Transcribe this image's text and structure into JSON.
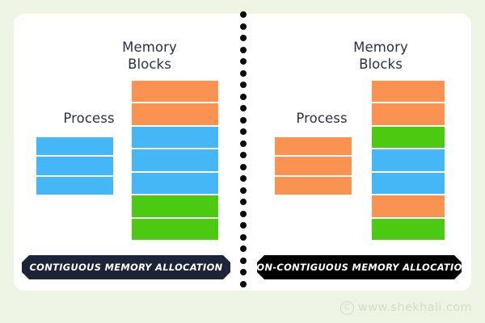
{
  "canvas": {
    "background_color": "#edf4e3",
    "card_color": "#ffffff"
  },
  "palette": {
    "orange": "#fa9351",
    "blue": "#45b7f7",
    "green": "#4cc911",
    "navy": "#1e2438",
    "black": "#000000",
    "heading_text": "#2b3044",
    "watermark_text": "#d2ddc2"
  },
  "divider": {
    "icon": "dotted-vertical-line",
    "dot_count": 24,
    "dot_color": "#0a0a0a"
  },
  "panels": [
    {
      "id": "contiguous",
      "process": {
        "title": "Process",
        "segments": [
          {
            "color": "#45b7f7"
          },
          {
            "color": "#45b7f7"
          },
          {
            "color": "#45b7f7"
          }
        ]
      },
      "memory": {
        "title": "Memory\nBlocks",
        "segments": [
          {
            "color": "#fa9351"
          },
          {
            "color": "#fa9351"
          },
          {
            "color": "#45b7f7"
          },
          {
            "color": "#45b7f7"
          },
          {
            "color": "#45b7f7"
          },
          {
            "color": "#4cc911"
          },
          {
            "color": "#4cc911"
          }
        ]
      },
      "badge": {
        "label": "CONTIGUOUS MEMORY ALLOCATION",
        "background": "#1e2438"
      }
    },
    {
      "id": "non-contiguous",
      "process": {
        "title": "Process",
        "segments": [
          {
            "color": "#fa9351"
          },
          {
            "color": "#fa9351"
          },
          {
            "color": "#fa9351"
          }
        ]
      },
      "memory": {
        "title": "Memory\nBlocks",
        "segments": [
          {
            "color": "#fa9351"
          },
          {
            "color": "#fa9351"
          },
          {
            "color": "#4cc911"
          },
          {
            "color": "#45b7f7"
          },
          {
            "color": "#45b7f7"
          },
          {
            "color": "#fa9351"
          },
          {
            "color": "#4cc911"
          }
        ]
      },
      "badge": {
        "label": "NON-CONTIGUOUS MEMORY ALLOCATION",
        "background": "#000000"
      }
    }
  ],
  "footer": {
    "copyright_symbol": "C",
    "site": "www.shekhali.com"
  }
}
